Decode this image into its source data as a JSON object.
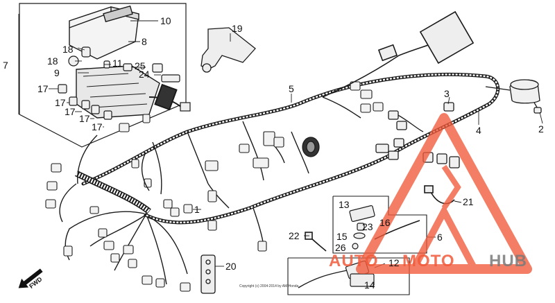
{
  "callouts": [
    "1",
    "2",
    "3",
    "4",
    "5",
    "6",
    "7",
    "8",
    "9",
    "10",
    "11",
    "12",
    "13",
    "14",
    "15",
    "16",
    "17",
    "17",
    "17",
    "17",
    "17",
    "18",
    "18",
    "19",
    "20",
    "21",
    "22",
    "23",
    "24",
    "25",
    "26"
  ],
  "direction_marker": "FWD",
  "copyright": "Copyright (c) 2004-2014 by AM Honda",
  "watermark": {
    "brand_left": "AUTO",
    "brand_middle": "MOTO",
    "brand_right": "HUB",
    "accent_color": "#f15a3a",
    "dark_color": "#7a7a7a"
  },
  "line_color": "#1a1a1a"
}
